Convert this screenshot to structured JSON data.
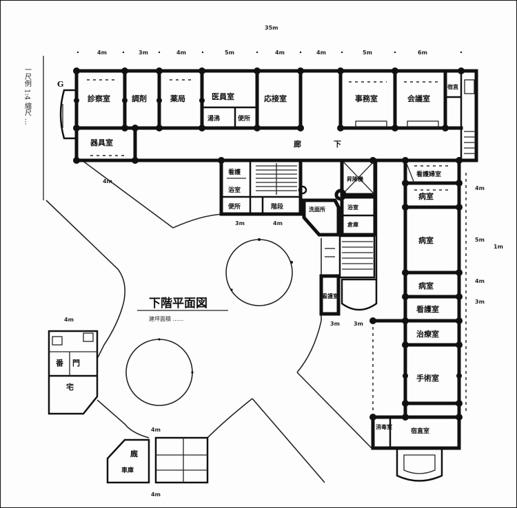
{
  "drawing": {
    "title": "下階平面図",
    "subtitle": "建坪面積 ……",
    "side_note": "一尺例 1:4 縮尺 …",
    "corridor_label_1": "廊",
    "corridor_label_2": "下",
    "overall_dimension": "35m",
    "top_dimensions": [
      "4m",
      "3m",
      "4m",
      "5m",
      "4m",
      "4m",
      "5m",
      "6m"
    ],
    "right_dimensions": [
      "4m",
      "5m",
      "4m",
      "3m"
    ],
    "right_overall_dimension": "1m",
    "misc_dimensions": [
      "4m",
      "3m",
      "4m",
      "4m",
      "3m",
      "3m",
      "4m",
      "4m"
    ],
    "bay_label": "G",
    "rooms": {
      "top": [
        "診察室",
        "調剤",
        "薬局",
        "医員室",
        "応接室",
        "事務室",
        "会議室",
        "宿直"
      ],
      "top_small": [
        "湯沸",
        "便所"
      ],
      "left_corridor_room": "器具室",
      "center": [
        "看護",
        "浴室",
        "便所",
        "階段",
        "昇降機",
        "洗面所",
        "浴室",
        "倉庫",
        "看護室"
      ],
      "right": [
        "看護婦室",
        "病室",
        "病室",
        "病室",
        "看護室",
        "治療室",
        "手術室",
        "消毒室",
        "宿直室"
      ],
      "annex_left": [
        "門",
        "番",
        "宅"
      ],
      "annex_bottom": [
        "廐",
        "車庫"
      ]
    }
  }
}
